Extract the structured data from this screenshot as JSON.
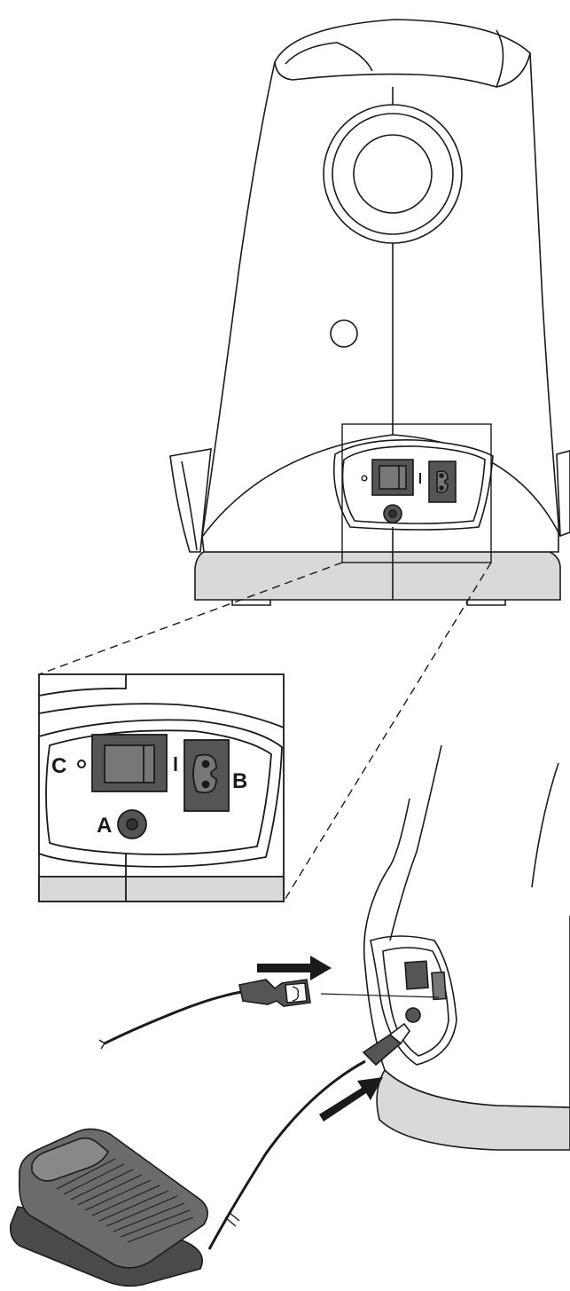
{
  "labels": {
    "foot_control_socket": "A",
    "power_socket": "B",
    "power_switch": "C"
  },
  "switch_symbols": {
    "off": "o",
    "on": "I"
  },
  "colors": {
    "line": "#1a1a1a",
    "base_fill": "#d9d9d9",
    "switch_fill": "#555555",
    "switch_inner": "#777777",
    "pedal_top": "#6b6b6b",
    "pedal_side": "#4a4a4a"
  }
}
